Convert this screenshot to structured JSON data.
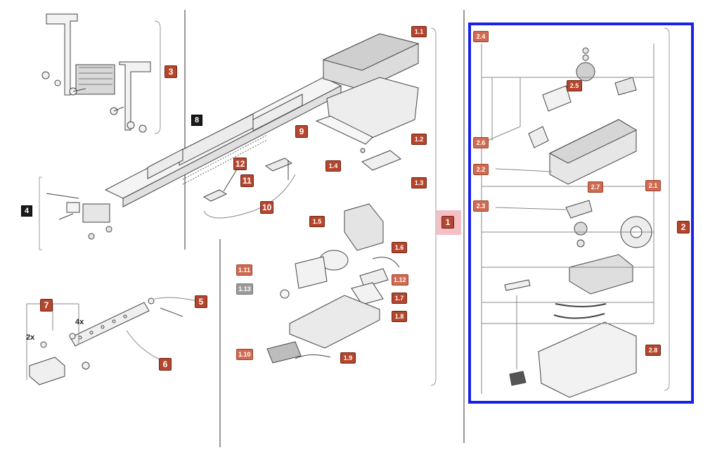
{
  "diagram": {
    "labels": {
      "l1_1": "1.1",
      "l1_2": "1.2",
      "l1_3": "1.3",
      "l1_4": "1.4",
      "l1_5": "1.5",
      "l1_6": "1.6",
      "l1_7": "1.7",
      "l1_8": "1.8",
      "l1_9": "1.9",
      "l1_10": "1.10",
      "l1_11": "1.11",
      "l1_12": "1.12",
      "l1_13": "1.13",
      "g1": "1",
      "g2": "2",
      "g3": "3",
      "g4": "4",
      "g5": "5",
      "g6": "6",
      "g7": "7",
      "g8": "8",
      "g9": "9",
      "g10": "10",
      "g11": "11",
      "g12": "12",
      "l2_1": "2.1",
      "l2_2": "2.2",
      "l2_3": "2.3",
      "l2_4": "2.4",
      "l2_5": "2.5",
      "l2_6": "2.6",
      "l2_7": "2.7",
      "l2_8": "2.8"
    },
    "quantities": {
      "q2x": "2x",
      "q4x": "4x"
    },
    "colors": {
      "badge": "#b5462e",
      "highlight": "#1822e6",
      "active_group": "#f4c0c6"
    }
  }
}
